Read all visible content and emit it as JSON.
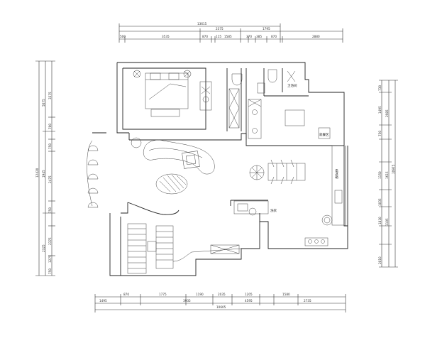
{
  "dimensions": {
    "top_total": "13615",
    "top_mid": "2375",
    "top_right": "1795",
    "top_segments": [
      "500",
      "3535",
      "870",
      "115",
      "1585",
      "370",
      "385",
      "870",
      "2880"
    ],
    "bottom_total": "10605",
    "bottom_mid_left": "3935",
    "bottom_mid_right": "4595",
    "bottom_right": "2735",
    "bottom_segments": [
      "1495",
      "870",
      "1775",
      "1190",
      "2035",
      "1205",
      "1580"
    ],
    "left_total": "12420",
    "left_segments": [
      "3375",
      "700",
      "750",
      "2475",
      "750",
      "2375",
      "1275",
      "750"
    ],
    "left_outer": [
      "5075",
      "1945",
      "2325"
    ],
    "right_total": "10975",
    "right_segments": [
      "730",
      "1495",
      "2985",
      "750",
      "1150",
      "1615",
      "1035",
      "1810",
      "1105",
      "2010"
    ]
  },
  "rooms": {
    "powder_room": "卫浴间",
    "dining": "就餐区",
    "fridge_wall": "电冰箱",
    "washer": "洗衣"
  }
}
